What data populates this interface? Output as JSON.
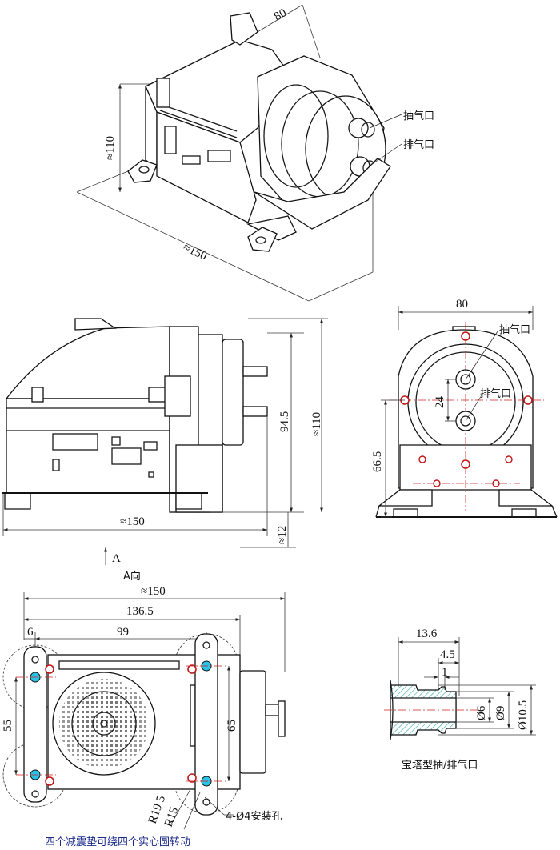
{
  "iso_view": {
    "width": "80",
    "height": "≈110",
    "length": "≈150",
    "suction_port": "抽气口",
    "exhaust_port": "排气口"
  },
  "side_view": {
    "height_inner": "94.5",
    "height_total": "≈110",
    "length": "≈150",
    "foot": "≈12"
  },
  "front_view": {
    "width": "80",
    "port_spacing": "24",
    "center_height": "66.5",
    "suction_port": "抽气口",
    "exhaust_port": "排气口"
  },
  "direction": {
    "arrow_label": "A",
    "view_label": "A向"
  },
  "bottom_view": {
    "length": "≈150",
    "length_mount": "136.5",
    "edge_offset": "6",
    "hole_spacing": "99",
    "left_spacing": "55",
    "right_spacing": "65",
    "radius_large": "R19.5",
    "radius_small": "R15",
    "holes": "4-Ø4安装孔",
    "note": "四个减震垫可绕四个实心圆转动"
  },
  "nozzle_detail": {
    "length": "13.6",
    "step": "4.5",
    "step_small": "1",
    "d_inner": "Ø6",
    "d_mid": "Ø9",
    "d_outer": "Ø10.5",
    "caption": "宝塔型抽/排气口"
  },
  "colors": {
    "line": "#1a1a1a",
    "center_line": "#d42020",
    "hole_fill": "#29c3e8",
    "nozzle_hatch": "#2fa8a8"
  }
}
